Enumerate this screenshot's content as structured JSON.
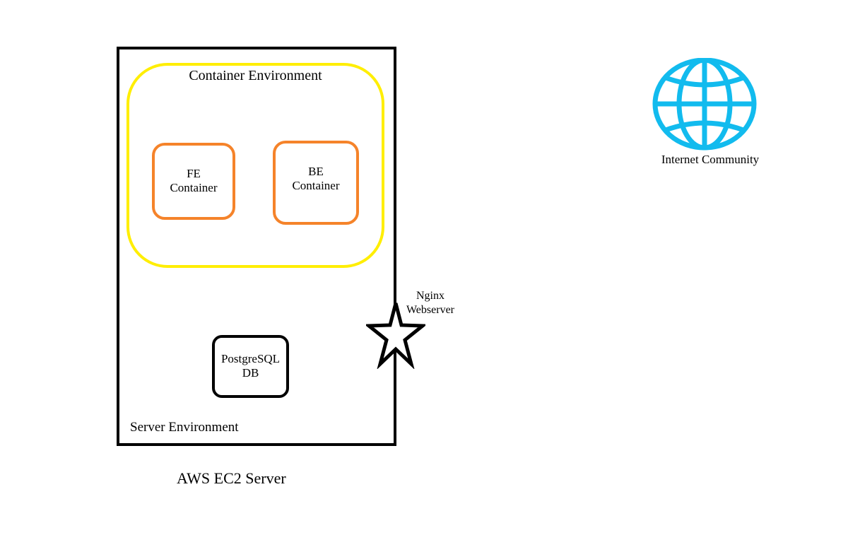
{
  "diagram": {
    "server_environment_label": "Server Environment",
    "aws_label": "AWS EC2 Server",
    "container_environment_label": "Container Environment",
    "fe_container": {
      "line1": "FE",
      "line2": "Container"
    },
    "be_container": {
      "line1": "BE",
      "line2": "Container"
    },
    "postgres_db": {
      "line1": "PostgreSQL",
      "line2": "DB"
    },
    "nginx": {
      "line1": "Nginx",
      "line2": "Webserver",
      "icon": "star-icon"
    },
    "internet": {
      "label": "Internet Community",
      "icon": "globe-icon"
    }
  },
  "colors": {
    "server_border": "#000000",
    "container_env_border": "#ffee00",
    "container_border": "#f5832a",
    "globe": "#12bbee"
  }
}
